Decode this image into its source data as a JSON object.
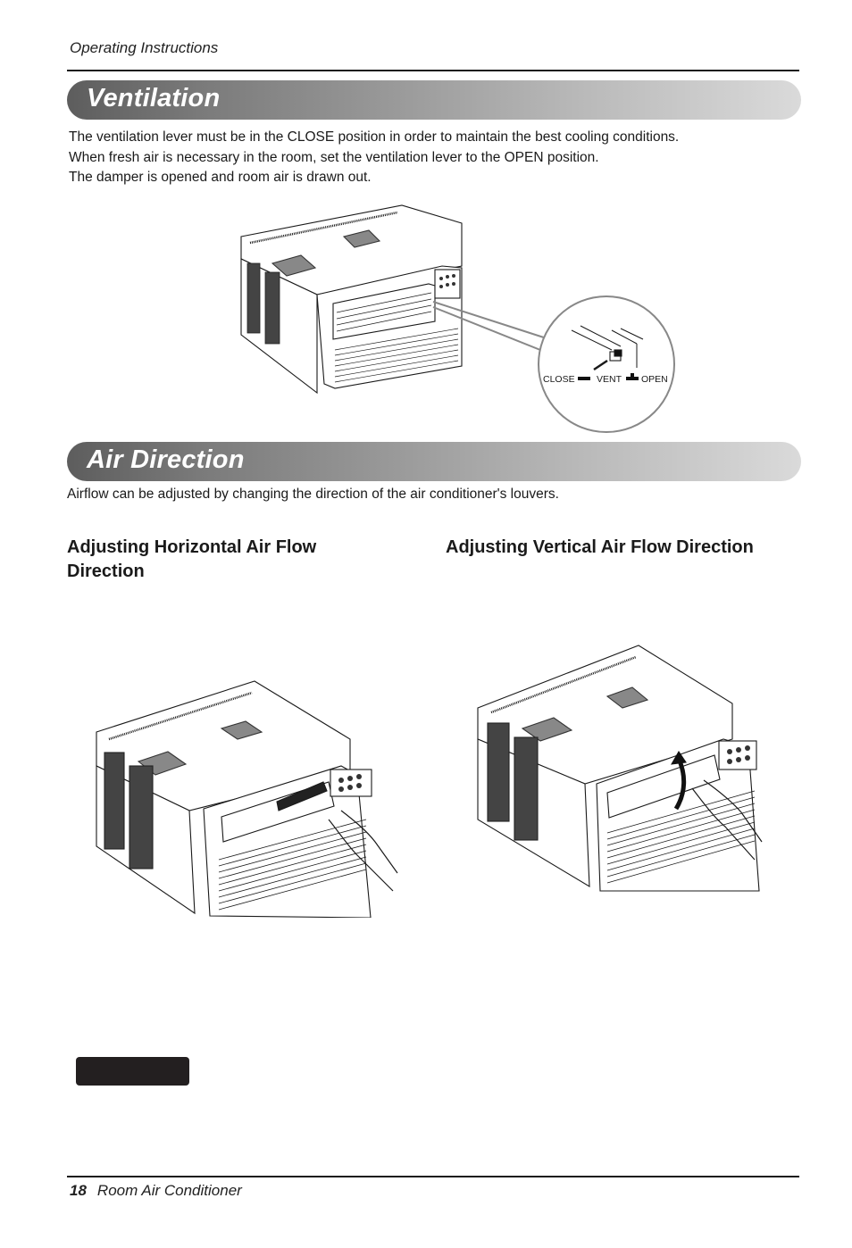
{
  "page": {
    "running_head": "Operating Instructions",
    "footer": {
      "page_number": "18",
      "title": "Room Air Conditioner"
    }
  },
  "ventilation": {
    "title": "Ventilation",
    "paragraphs": [
      "The ventilation lever must be in the CLOSE position in order to maintain the best cooling conditions.",
      "When fresh air is necessary in the room, set the ventilation lever to the OPEN position.",
      "The damper is opened and room air is drawn out."
    ],
    "figure": {
      "callout_labels": {
        "close": "CLOSE",
        "vent": "VENT",
        "open": "OPEN"
      }
    }
  },
  "air_direction": {
    "title": "Air Direction",
    "intro": "Airflow can be adjusted by changing the direction of the air conditioner's  louvers.",
    "horizontal": {
      "heading_line1": "Adjusting Horizontal Air Flow",
      "heading_line2": "Direction"
    },
    "vertical": {
      "heading": "Adjusting Vertical Air Flow Direction"
    }
  },
  "colors": {
    "bar_dark": "#5d5d5d",
    "bar_light": "#dadada",
    "text": "#1a1a1a",
    "note_box": "#231f20"
  }
}
